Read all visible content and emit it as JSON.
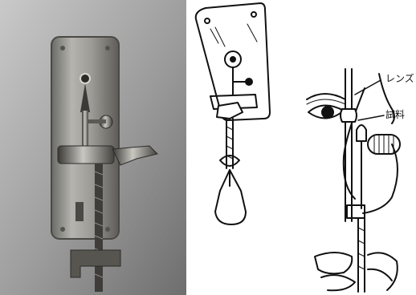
{
  "figure": {
    "photo": {
      "subject": "microscope-photo"
    },
    "drawing_front": {
      "subject": "microscope-drawing-front"
    },
    "drawing_side": {
      "subject": "usage-drawing-side",
      "labels": {
        "lens": "レンズ",
        "specimen": "試料"
      }
    }
  }
}
